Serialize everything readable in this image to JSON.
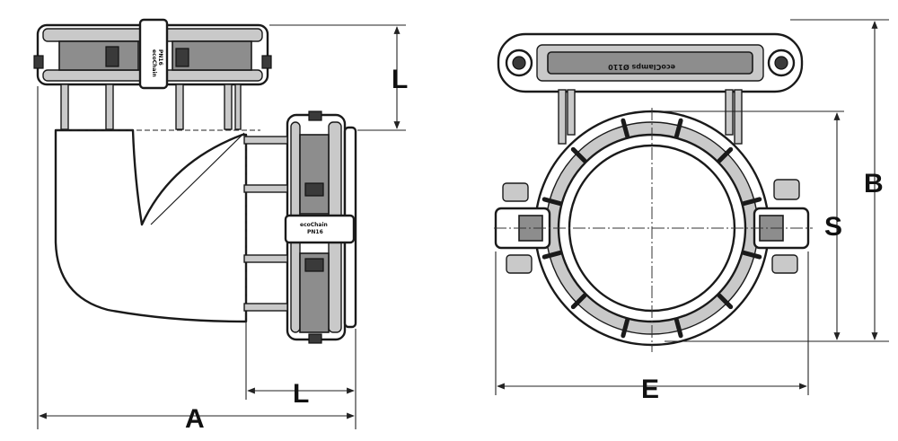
{
  "dimensions": {
    "A": "A",
    "B": "B",
    "E": "E",
    "S": "S",
    "L_vertical": "L",
    "L_horizontal": "L"
  },
  "markings": {
    "brand_top": "ecoChain",
    "brand_side": "ecoChain",
    "pressure_top": "PN16",
    "pressure_side": "PN16",
    "front_label": "ecoClamps Ø110"
  },
  "colors": {
    "line": "#1a1a1a",
    "shade": "#8d8d8d",
    "light_shade": "#c9c9c9",
    "background": "#ffffff"
  }
}
